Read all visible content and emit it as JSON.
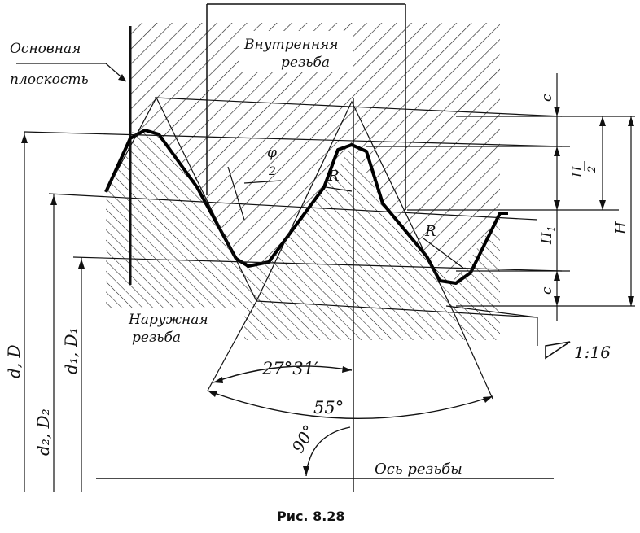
{
  "figure": {
    "caption": "Рис. 8.28",
    "labels": {
      "base_plane_1": "Основная",
      "base_plane_2": "плоскость",
      "internal_1": "Внутренняя",
      "internal_2": "резьба",
      "external_1": "Наружная",
      "external_2": "резьба",
      "axis": "Ось   резьбы",
      "taper": "1:16",
      "angle_27": "27°31′",
      "angle_55": "55°",
      "angle_90": "90°",
      "phi_top": "φ",
      "phi_bottom": "2",
      "radius_1": "R",
      "radius_2": "R",
      "c_top": "c",
      "c_bottom": "c",
      "h_half_top": "H",
      "h_half_bottom": "2",
      "h1_letter": "H",
      "h1_sub": "1",
      "h_full": "H",
      "d_major": "d, D",
      "d_pitch": "d₂, D₂",
      "d_minor": "d₁, D₁"
    }
  }
}
